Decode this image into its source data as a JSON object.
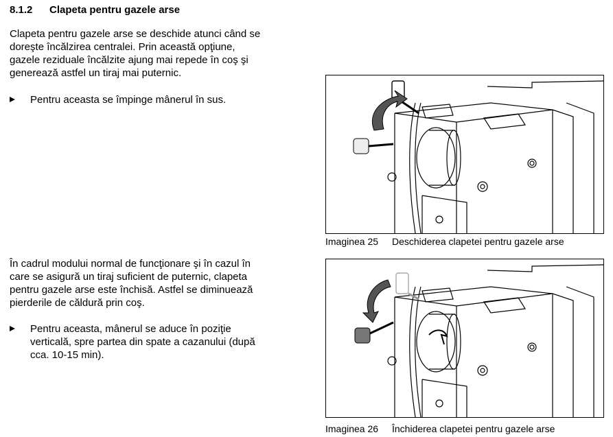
{
  "section": {
    "number": "8.1.2",
    "title": "Clapeta pentru gazele arse"
  },
  "paragraph1": [
    "Clapeta pentru gazele arse se deschide atunci când se",
    "doreşte încălzirea centralei. Prin această opţiune,",
    "gazele reziduale încălzite ajung mai repede în coş şi",
    "generează astfel un tiraj mai puternic."
  ],
  "bullet1": [
    "Pentru aceasta se împinge mânerul în sus."
  ],
  "paragraph2": [
    "În cadrul modului normal de funcţionare şi în cazul în",
    "care se asigură un tiraj suficient de puternic, clapeta",
    "pentru gazele arse este închisă. Astfel se diminuează",
    "pierderile de căldură prin coş."
  ],
  "bullet2": [
    "Pentru aceasta, mânerul se aduce în poziţie",
    "verticală, spre partea din spate a cazanului (după",
    "cca. 10-15 min)."
  ],
  "figure25": {
    "label": "Imaginea 25",
    "caption": "Deschiderea clapetei pentru gazele arse"
  },
  "figure26": {
    "label": "Imaginea 26",
    "caption": "Închiderea clapetei pentru gazele arse"
  }
}
